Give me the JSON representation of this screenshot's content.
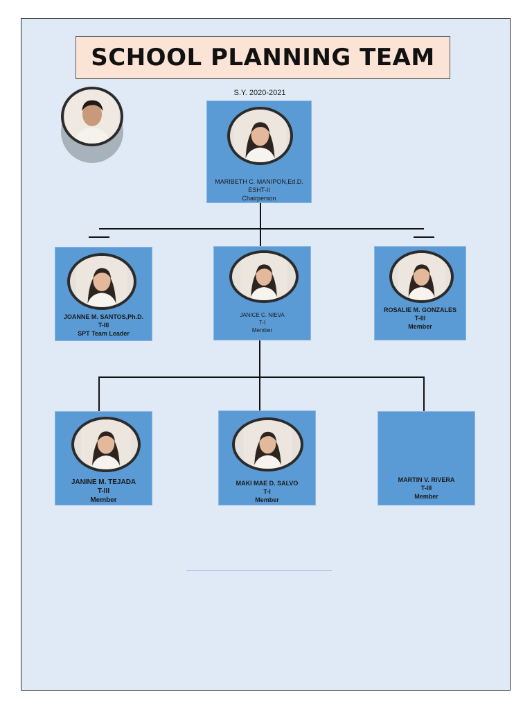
{
  "title": "SCHOOL PLANNING TEAM",
  "school_year": "S.Y. 2020-2021",
  "chairperson": {
    "name": "MARIBETH C. MANIPON,Ed.D.",
    "position": "ESHT-II",
    "role": "Chairperson"
  },
  "level1": [
    {
      "name": "JOANNE M. SANTOS,Ph.D.",
      "position": "T-III",
      "role": "SPT Team Leader"
    },
    {
      "name": "JANICE C. NIEVA",
      "position": "T-I",
      "role": "Member"
    },
    {
      "name": "ROSALIE M. GONZALES",
      "position": "T-III",
      "role": "Member"
    }
  ],
  "level2": [
    {
      "name": "JANINE M. TEJADA",
      "position": "T-III",
      "role": "Member"
    },
    {
      "name": "MAKI MAE D. SALVO",
      "position": "T-I",
      "role": "Member"
    },
    {
      "name": "MARTIN V. RIVERA",
      "position": "T-III",
      "role": "Member"
    }
  ],
  "colors": {
    "card": "#5b9bd5",
    "page": "#dfeaf6",
    "title_box": "#fbe4d6"
  }
}
